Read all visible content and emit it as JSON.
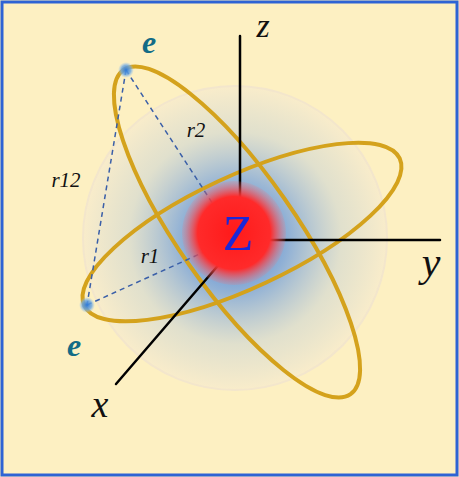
{
  "diagram": {
    "nodes": [
      {
        "text": [
          "Z"
        ]
      }
    ],
    "labels": [
      "e",
      "e",
      "r12",
      "r2",
      "r1",
      "z",
      "y",
      "x"
    ]
  }
}
